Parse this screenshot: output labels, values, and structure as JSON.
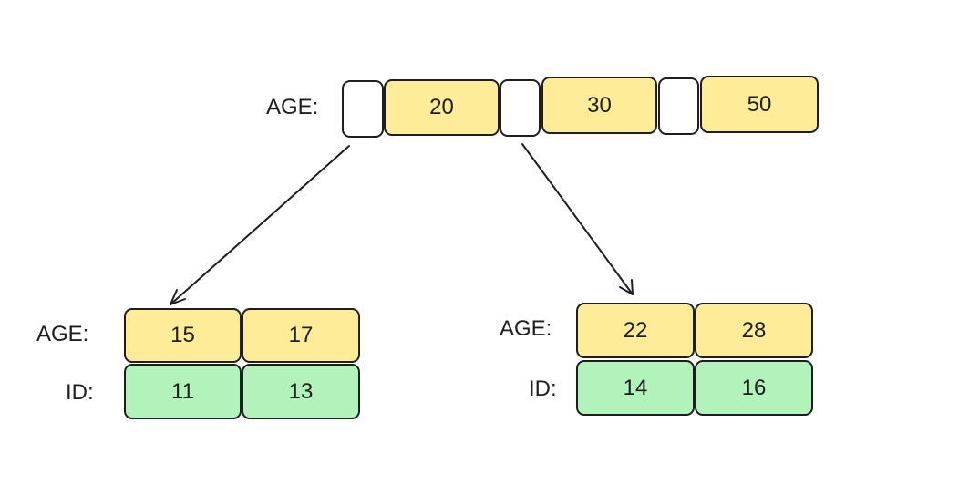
{
  "root": {
    "label": "AGE:",
    "keys": [
      "20",
      "30",
      "50"
    ]
  },
  "left_leaf": {
    "age_label": "AGE:",
    "id_label": "ID:",
    "ages": [
      "15",
      "17"
    ],
    "ids": [
      "11",
      "13"
    ]
  },
  "right_leaf": {
    "age_label": "AGE:",
    "id_label": "ID:",
    "ages": [
      "22",
      "28"
    ],
    "ids": [
      "14",
      "16"
    ]
  },
  "colors": {
    "key_fill": "#ffec99",
    "id_fill": "#b2f2bb",
    "pointer_fill": "#ffffff",
    "stroke": "#1e1e1e"
  }
}
